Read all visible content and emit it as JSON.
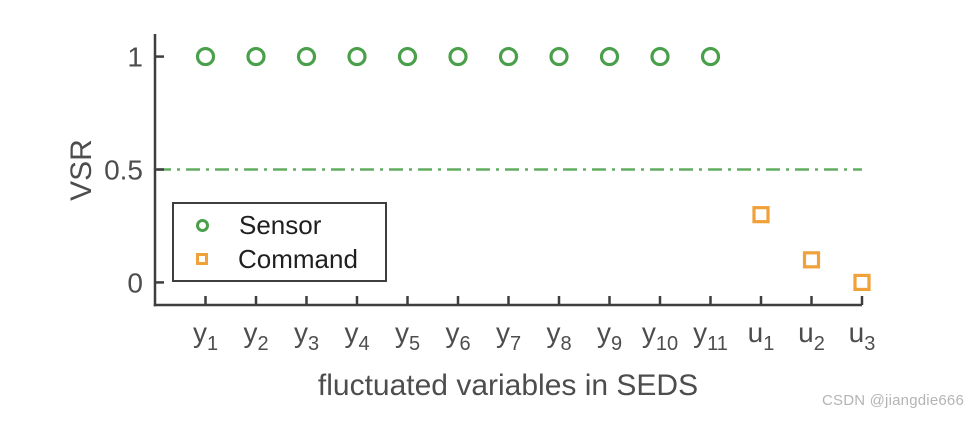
{
  "figure": {
    "background": "#ffffff",
    "watermark": "CSDN @jiangdie666"
  },
  "chart_data": {
    "type": "scatter",
    "title": "",
    "xlabel": "fluctuated variables in SEDS",
    "ylabel": "VSR",
    "xlim": [
      0,
      14
    ],
    "ylim": [
      -0.1,
      1.1
    ],
    "grid": false,
    "axis_color": "#3e3e3e",
    "text_color": "#4d4d4d",
    "yticks": {
      "values": [
        0,
        0.5,
        1
      ],
      "labels": [
        "0",
        "0.5",
        "1"
      ]
    },
    "categories": [
      {
        "base": "y",
        "sub": "1"
      },
      {
        "base": "y",
        "sub": "2"
      },
      {
        "base": "y",
        "sub": "3"
      },
      {
        "base": "y",
        "sub": "4"
      },
      {
        "base": "y",
        "sub": "5"
      },
      {
        "base": "y",
        "sub": "6"
      },
      {
        "base": "y",
        "sub": "7"
      },
      {
        "base": "y",
        "sub": "8"
      },
      {
        "base": "y",
        "sub": "9"
      },
      {
        "base": "y",
        "sub": "10"
      },
      {
        "base": "y",
        "sub": "11"
      },
      {
        "base": "u",
        "sub": "1"
      },
      {
        "base": "u",
        "sub": "2"
      },
      {
        "base": "u",
        "sub": "3"
      }
    ],
    "series": [
      {
        "name": "Sensor",
        "marker": "circle",
        "color": "#4aa04a",
        "x_indices": [
          0,
          1,
          2,
          3,
          4,
          5,
          6,
          7,
          8,
          9,
          10
        ],
        "values": [
          1,
          1,
          1,
          1,
          1,
          1,
          1,
          1,
          1,
          1,
          1
        ]
      },
      {
        "name": "Command",
        "marker": "square",
        "color": "#f0a13a",
        "x_indices": [
          11,
          12,
          13
        ],
        "values": [
          0.3,
          0.1,
          0
        ]
      }
    ],
    "reference_line": {
      "value": 0.5,
      "style": "dash-dot",
      "color": "#62ad62"
    },
    "legend": {
      "position": "inside-bottom-left",
      "border_color": "#3e3e3e"
    }
  }
}
